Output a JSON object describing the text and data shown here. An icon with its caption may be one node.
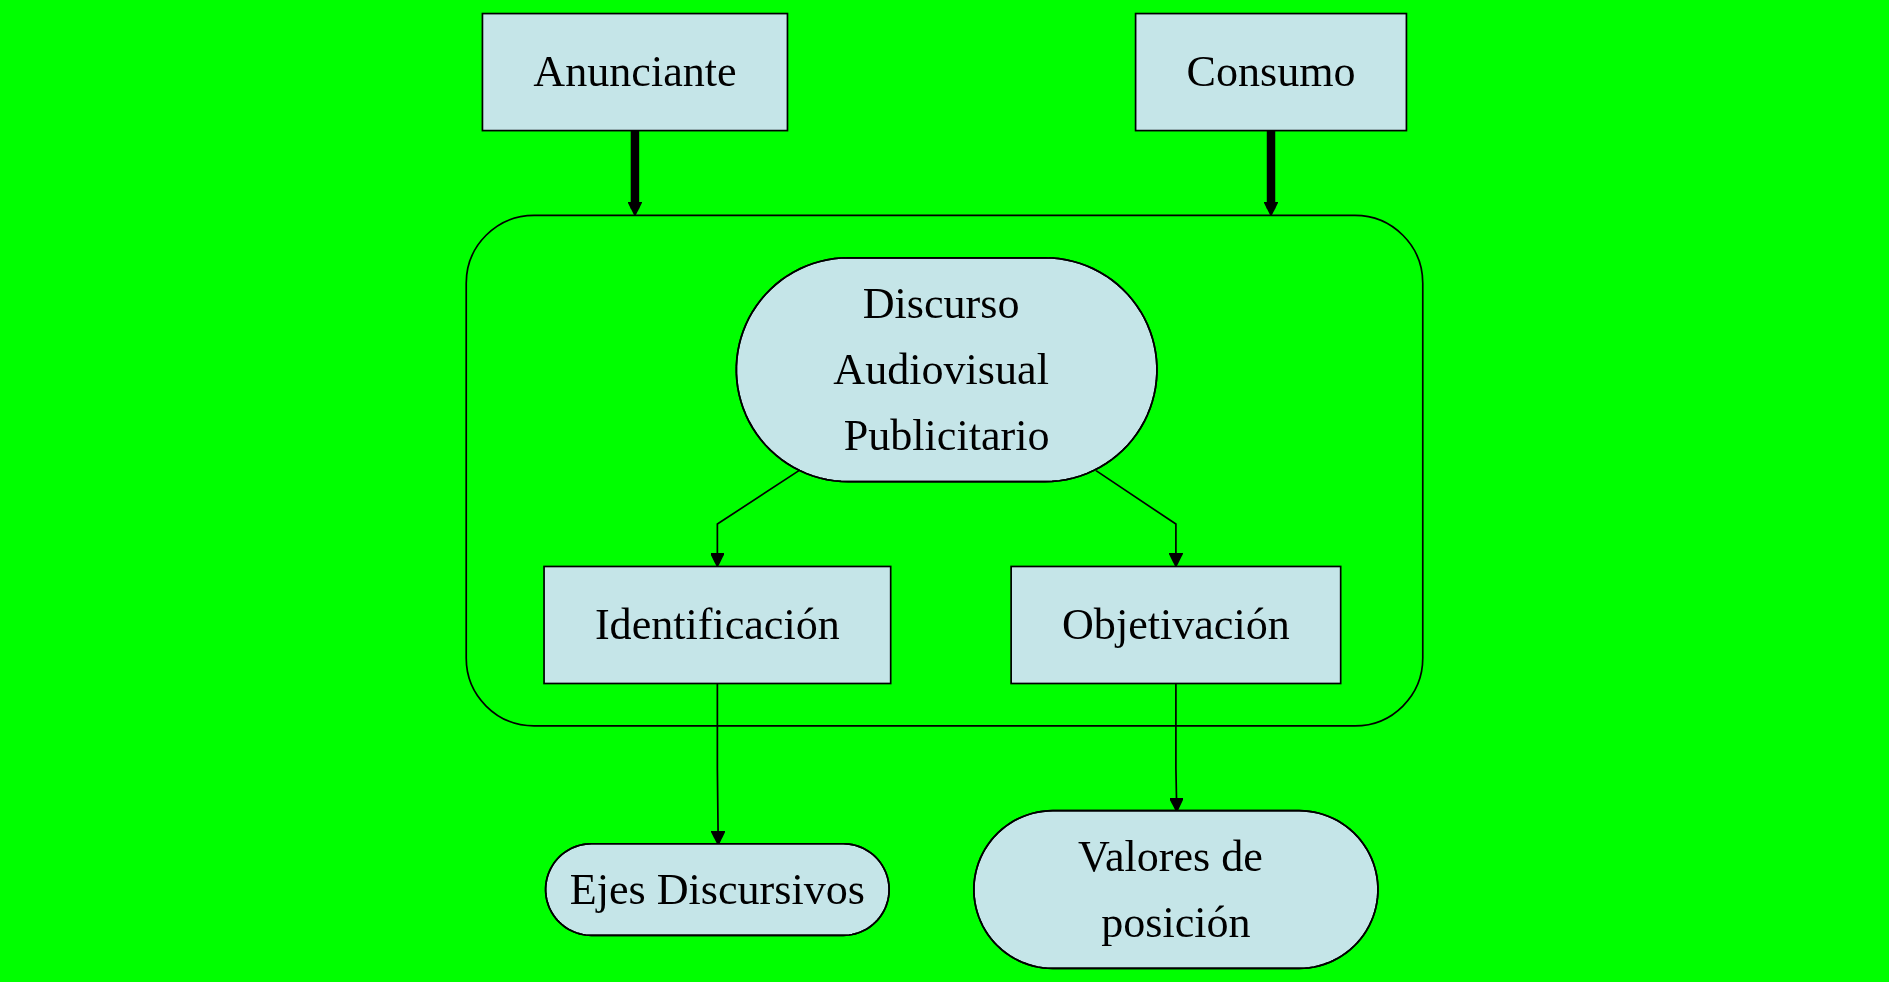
{
  "diagram": {
    "nodes": [
      {
        "text": [
          "Anunciante"
        ]
      },
      {
        "text": [],
        "shape": "bracket"
      },
      {
        "text": [
          "Discurso Audiovisual Publicitario"
        ],
        "in": 1
      },
      {
        "text": [
          "Identificación"
        ],
        "in": 1
      },
      {
        "text": [
          "Objetivación"
        ],
        "in": 1
      },
      {
        "text": [
          "Consumo"
        ]
      },
      {
        "text": [
          "Ejes Discursivos"
        ]
      },
      {
        "text": [
          "Valores de posición"
        ]
      }
    ],
    "edges": [
      {
        "from": 0,
        "to": 1,
        "arrow": "to",
        "style": "thick"
      },
      {
        "from": 5,
        "to": 1,
        "arrow": "to",
        "style": "thick"
      },
      {
        "from": 2,
        "to": 3,
        "arrow": "to"
      },
      {
        "from": 2,
        "to": 4,
        "arrow": "to"
      },
      {
        "from": 3,
        "to": 6,
        "arrow": "to"
      },
      {
        "from": 4,
        "to": 7,
        "arrow": "to"
      }
    ]
  }
}
